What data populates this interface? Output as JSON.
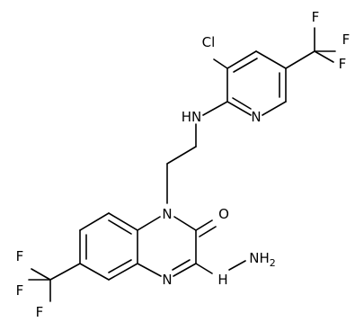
{
  "atom_labels": {
    "cl": "Cl",
    "f_top_1": "F",
    "f_top_2": "F",
    "f_top_3": "F",
    "nh": "HN",
    "n_pyridine": "N",
    "n1": "N",
    "o": "O",
    "n4": "N",
    "nh_hydrazine": "H",
    "nh2": "NH",
    "nh2_sub": "2",
    "f_left_1": "F",
    "f_left_2": "F",
    "f_left_3": "F"
  }
}
